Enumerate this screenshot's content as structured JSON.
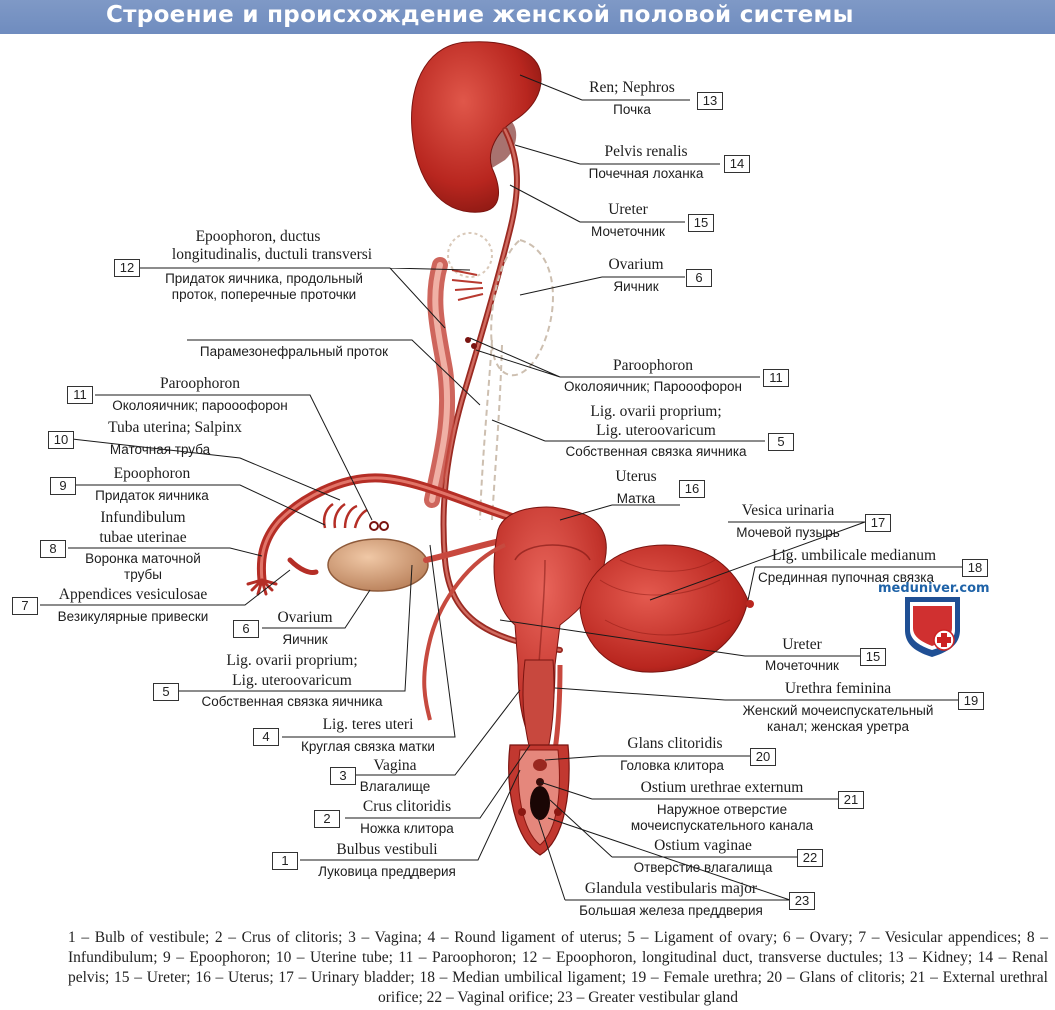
{
  "title": "Строение и происхождение женской половой системы",
  "watermark": "meduniver.com",
  "caption": "1 – Bulb of vestibule; 2 – Crus of clitoris; 3 – Vagina; 4 – Round ligament of uterus; 5 – Ligament of ovary; 6 – Ovary; 7 – Vesicular appendices; 8 – Infundibulum; 9 – Epoophoron; 10 – Uterine tube; 11 – Paroophoron; 12 – Epoophoron, longitudinal duct, transverse ductules; 13 – Kidney; 14 – Renal pelvis; 15 – Ureter; 16 – Uterus; 17 – Urinary bladder; 18 – Median umbilical ligament; 19 – Female urethra; 20 – Glans of clitoris; 21 – External urethral orifice; 22 – Vaginal orifice; 23 – Greater vestibular gland",
  "labels": {
    "l13": {
      "lat": "Ren; Nephros",
      "rus": "Почка",
      "num": "13"
    },
    "l14": {
      "lat": "Pelvis renalis",
      "rus": "Почечная лоханка",
      "num": "14"
    },
    "l15a": {
      "lat": "Ureter",
      "rus": "Мочеточник",
      "num": "15"
    },
    "l6a": {
      "lat": "Ovarium",
      "rus": "Яичник",
      "num": "6"
    },
    "l12": {
      "lat1": "Epoophoron, ductus",
      "lat2": "longitudinalis, ductuli transversi",
      "rus1": "Придаток яичника, продольный",
      "rus2": "проток, поперечные проточки",
      "num": "12"
    },
    "lpm": {
      "rus": "Парамезонефральный проток"
    },
    "l11a": {
      "lat": "Paroophoron",
      "rus": "Околояичник; Парооофорон",
      "num": "11"
    },
    "l11b": {
      "lat": "Paroophoron",
      "rus": "Околояичник; парооофорон",
      "num": "11"
    },
    "l5a": {
      "lat1": "Lig. ovarii proprium;",
      "lat2": "Lig. uteroovaricum",
      "rus": "Собственная связка яичника",
      "num": "5"
    },
    "l10": {
      "lat": "Tuba uterina; Salpinx",
      "rus": "Маточная труба",
      "num": "10"
    },
    "l16": {
      "lat": "Uterus",
      "rus": "Матка",
      "num": "16"
    },
    "l9": {
      "lat": "Epoophoron",
      "rus": "Придаток яичника",
      "num": "9"
    },
    "l17": {
      "lat": "Vesica urinaria",
      "rus": "Мочевой пузырь",
      "num": "17"
    },
    "l8": {
      "lat1": "Infundibulum",
      "lat2": "tubae uterinae",
      "rus1": "Воронка маточной",
      "rus2": "трубы",
      "num": "8"
    },
    "l18": {
      "lat": "Lig. umbilicale medianum",
      "rus": "Срединная пупочная связка",
      "num": "18"
    },
    "l7": {
      "lat": "Appendices vesiculosae",
      "rus": "Везикулярные привески",
      "num": "7"
    },
    "l6b": {
      "lat": "Ovarium",
      "rus": "Яичник",
      "num": "6"
    },
    "l15b": {
      "lat": "Ureter",
      "rus": "Мочеточник",
      "num": "15"
    },
    "l5b": {
      "lat1": "Lig. ovarii proprium;",
      "lat2": "Lig. uteroovaricum",
      "rus": "Собственная связка яичника",
      "num": "5"
    },
    "l19": {
      "lat": "Urethra feminina",
      "rus1": "Женский мочеиспускательный",
      "rus2": "канал; женская уретра",
      "num": "19"
    },
    "l4": {
      "lat": "Lig. teres uteri",
      "rus": "Круглая связка матки",
      "num": "4"
    },
    "l20": {
      "lat": "Glans clitoridis",
      "rus": "Головка клитора",
      "num": "20"
    },
    "l3": {
      "lat": "Vagina",
      "rus": "Влагалище",
      "num": "3"
    },
    "l21": {
      "lat": "Ostium urethrae externum",
      "rus1": "Наружное отверстие",
      "rus2": "мочеиспускательного канала",
      "num": "21"
    },
    "l2": {
      "lat": "Crus clitoridis",
      "rus": "Ножка клитора",
      "num": "2"
    },
    "l22": {
      "lat": "Ostium vaginae",
      "rus": "Отверстие влагалища",
      "num": "22"
    },
    "l1": {
      "lat": "Bulbus vestibuli",
      "rus": "Луковица преддверия",
      "num": "1"
    },
    "l23": {
      "lat": "Glandula vestibularis major",
      "rus": "Большая железа преддверия",
      "num": "23"
    }
  },
  "colors": {
    "organ": "#c8352c",
    "organ_light": "#e07a6e",
    "organ_dark": "#8c1f1a",
    "ovary": "#d9a27a",
    "leader": "#1a1a1a",
    "banner": "#7791c3"
  }
}
